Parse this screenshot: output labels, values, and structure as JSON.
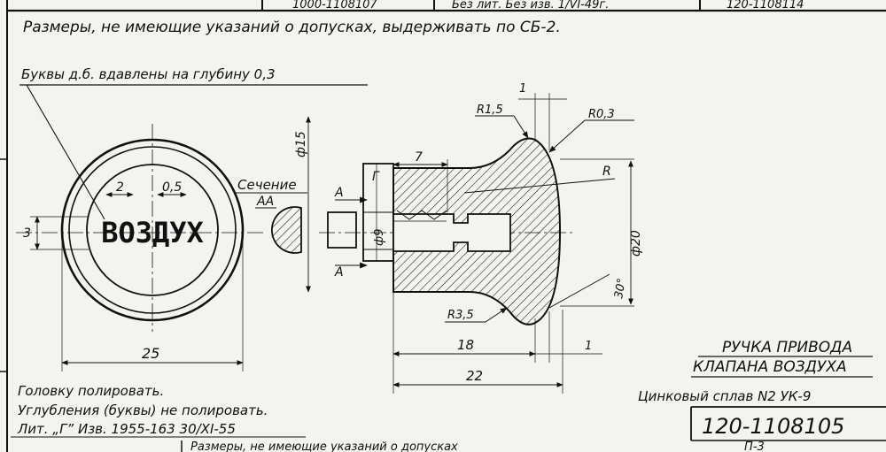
{
  "top_strip": {
    "left_fragment": "1000-1108107",
    "mid_fragment": "Без лит. Без изв. 1/VI-49г.",
    "right_fragment": "120-1108114"
  },
  "notes": {
    "general_tolerance": "Размеры, не имеющие указаний о допусках, выдерживать по СБ-2.",
    "letters_depth": "Буквы д.б. вдавлены на глубину 0,3",
    "polish_head": "Головку полировать.",
    "no_polish_letters": "Углубления (буквы) не полировать.",
    "letter_rev": "Лит. „Г” Изв. 1955-163 30/XI-55"
  },
  "view_front": {
    "embossed_word": "ВОЗДУХ",
    "dim_letter_width": "2",
    "dim_stroke": "0,5",
    "dim_letter_height": "3",
    "dim_diameter": "25"
  },
  "section": {
    "label": "Сечение",
    "label_sub": "АА",
    "cut_mark": "А",
    "thread_mark": "Г"
  },
  "view_side": {
    "dim_d15": "ф15",
    "dim_7": "7",
    "dim_d9": "ф9",
    "dim_d20": "ф20",
    "dim_R": "R",
    "dim_R15": "R1,5",
    "dim_R03": "R0,3",
    "dim_R35": "R3,5",
    "dim_1_top": "1",
    "dim_1_bottom": "1",
    "dim_18": "18",
    "dim_22": "22",
    "dim_angle": "30°"
  },
  "title_block": {
    "name_line1": "РУЧКА ПРИВОДА",
    "name_line2": "КЛАПАНА ВОЗДУХА",
    "material": "Цинковый сплав N2 УК-9",
    "part_number": "120-1108105"
  },
  "bottom_strip": {
    "repeat_note": "Размеры, не имеющие указаний о допусках",
    "sheet_mark": "П-3"
  }
}
